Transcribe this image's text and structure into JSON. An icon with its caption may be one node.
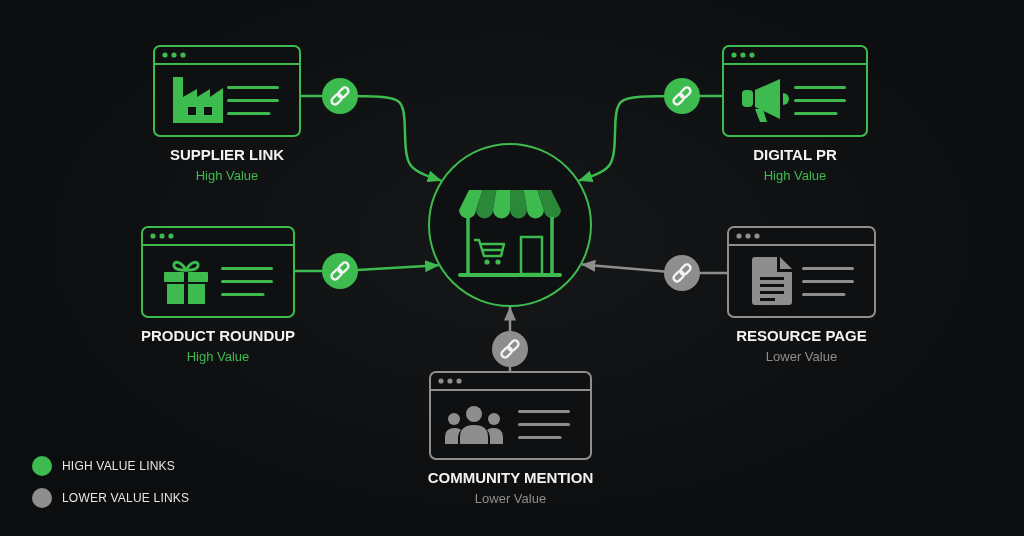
{
  "diagram": {
    "nodes": [
      {
        "text": [
          "SUPPLIER LINK"
        ],
        "beside": [
          "High Value"
        ]
      },
      {
        "text": [
          "DIGITAL PR"
        ],
        "beside": [
          "High Value"
        ]
      },
      {
        "text": [],
        "shape": "circle"
      },
      {
        "text": [
          "PRODUCT ROUNDUP"
        ],
        "beside": [
          "High Value"
        ]
      },
      {
        "text": [
          "RESOURCE PAGE"
        ],
        "beside": [
          "Lower Value"
        ]
      },
      {
        "text": [
          "COMMUNITY MENTION"
        ],
        "beside": [
          "Lower Value"
        ]
      }
    ],
    "edges": [
      {
        "from": 0,
        "to": 2,
        "arrow": "to"
      },
      {
        "from": 1,
        "to": 2,
        "arrow": "to"
      },
      {
        "from": 3,
        "to": 2,
        "arrow": "to"
      },
      {
        "from": 4,
        "to": 2,
        "arrow": "to",
        "color": "#8e8e8e"
      },
      {
        "from": 5,
        "to": 2,
        "arrow": "to",
        "color": "#8e8e8e"
      }
    ],
    "legend": [
      {
        "text": "HIGH VALUE LINKS",
        "color": "#3dbb4f"
      },
      {
        "text": "LOWER VALUE LINKS",
        "color": "#8e8e8e"
      }
    ]
  }
}
